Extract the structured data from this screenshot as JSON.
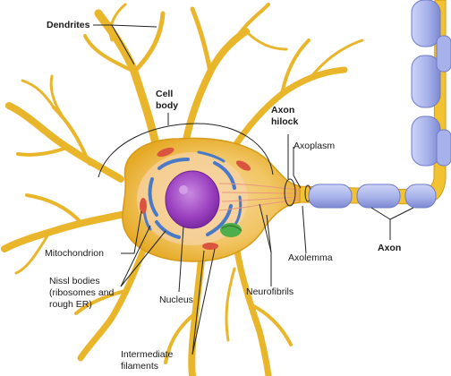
{
  "labels": {
    "dendrites": "Dendrites",
    "cell_body_1": "Cell",
    "cell_body_2": "body",
    "axon_hillock_1": "Axon",
    "axon_hillock_2": "hilock",
    "axoplasm": "Axoplasm",
    "mitochondrion": "Mitochondrion",
    "nissl_1": "Nissl bodies",
    "nissl_2": "(ribosomes and",
    "nissl_3": "rough ER)",
    "nucleus": "Nucleus",
    "axolemma": "Axolemma",
    "axon": "Axon",
    "neurofibrils": "Neurofibrils",
    "intermediate_1": "Intermediate",
    "intermediate_2": "filaments"
  },
  "colors": {
    "neuron_yellow": "#f2c230",
    "neuron_outline": "#d79a16",
    "myelin_blue": "#aeb8ec",
    "nucleus_purple": "#9a3fbf",
    "nissl_blue": "#4a79c8",
    "mito_red": "#d9553f",
    "leader_line": "#222222"
  }
}
